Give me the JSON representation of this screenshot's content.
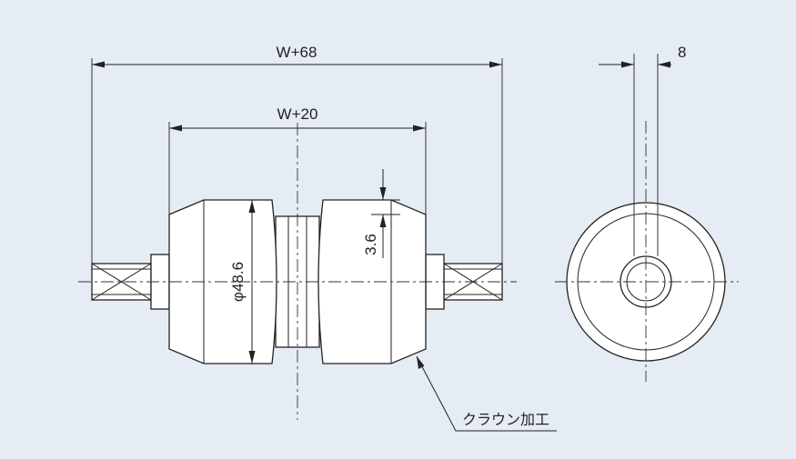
{
  "drawing": {
    "background": "#e6ecf4",
    "line_color": "#222222",
    "dimensions": {
      "overall_length": "W+68",
      "roller_length": "W+20",
      "diameter": "φ48.6",
      "crown_drop": "3.6",
      "shaft_width": "8"
    },
    "callout": "クラウン加工"
  }
}
